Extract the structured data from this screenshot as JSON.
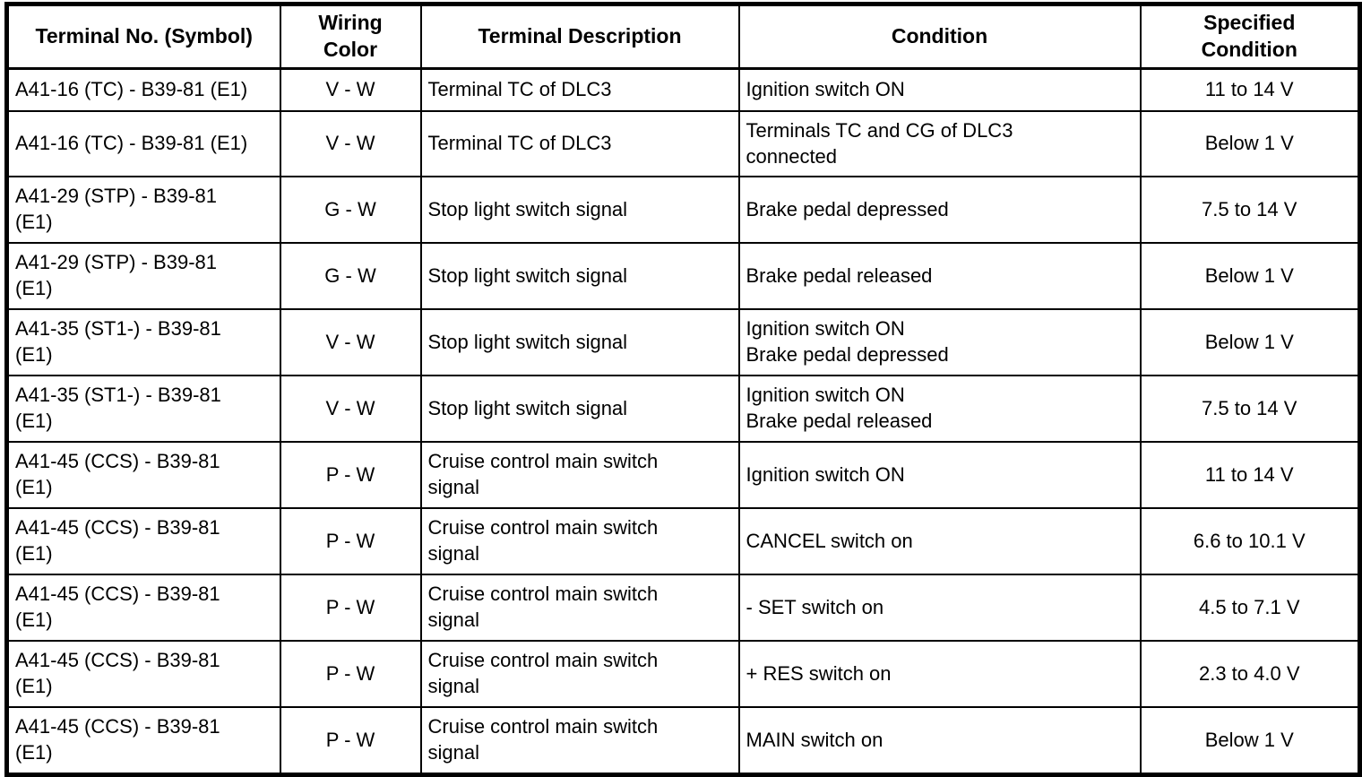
{
  "table": {
    "headers": {
      "terminal": "Terminal No. (Symbol)",
      "wiring_color": "Wiring\nColor",
      "description": "Terminal Description",
      "condition": "Condition",
      "specified": "Specified\nCondition"
    },
    "rows": [
      {
        "terminal": "A41-16 (TC) - B39-81 (E1)",
        "wiring_color": "V - W",
        "description": "Terminal TC of DLC3",
        "condition": "Ignition switch ON",
        "specified": "11 to 14 V"
      },
      {
        "terminal": "A41-16 (TC) - B39-81 (E1)",
        "wiring_color": "V - W",
        "description": "Terminal TC of DLC3",
        "condition": "Terminals TC and CG of DLC3\nconnected",
        "specified": "Below 1 V"
      },
      {
        "terminal": "A41-29 (STP) - B39-81\n(E1)",
        "wiring_color": "G - W",
        "description": "Stop light switch signal",
        "condition": "Brake pedal depressed",
        "specified": "7.5 to 14 V"
      },
      {
        "terminal": "A41-29 (STP) - B39-81\n(E1)",
        "wiring_color": "G - W",
        "description": "Stop light switch signal",
        "condition": "Brake pedal released",
        "specified": "Below 1 V"
      },
      {
        "terminal": "A41-35 (ST1-) - B39-81\n(E1)",
        "wiring_color": "V - W",
        "description": "Stop light switch signal",
        "condition": "Ignition switch ON\nBrake pedal depressed",
        "specified": "Below 1 V"
      },
      {
        "terminal": "A41-35 (ST1-) - B39-81\n(E1)",
        "wiring_color": "V - W",
        "description": "Stop light switch signal",
        "condition": "Ignition switch ON\nBrake pedal released",
        "specified": "7.5 to 14 V"
      },
      {
        "terminal": "A41-45 (CCS) - B39-81\n(E1)",
        "wiring_color": "P - W",
        "description": "Cruise control main switch\nsignal",
        "condition": "Ignition switch ON",
        "specified": "11 to 14 V"
      },
      {
        "terminal": "A41-45 (CCS) - B39-81\n(E1)",
        "wiring_color": "P - W",
        "description": "Cruise control main switch\nsignal",
        "condition": "CANCEL switch on",
        "specified": "6.6 to 10.1 V"
      },
      {
        "terminal": "A41-45 (CCS) - B39-81\n(E1)",
        "wiring_color": "P - W",
        "description": "Cruise control main switch\nsignal",
        "condition": "- SET switch on",
        "specified": "4.5 to 7.1 V"
      },
      {
        "terminal": "A41-45 (CCS) - B39-81\n(E1)",
        "wiring_color": "P - W",
        "description": "Cruise control main switch\nsignal",
        "condition": "+ RES switch on",
        "specified": "2.3 to 4.0 V"
      },
      {
        "terminal": "A41-45 (CCS) - B39-81\n(E1)",
        "wiring_color": "P - W",
        "description": "Cruise control main switch\nsignal",
        "condition": "MAIN switch on",
        "specified": "Below 1 V"
      }
    ]
  },
  "colors": {
    "border": "#000000",
    "text": "#000000",
    "background": "#ffffff"
  }
}
